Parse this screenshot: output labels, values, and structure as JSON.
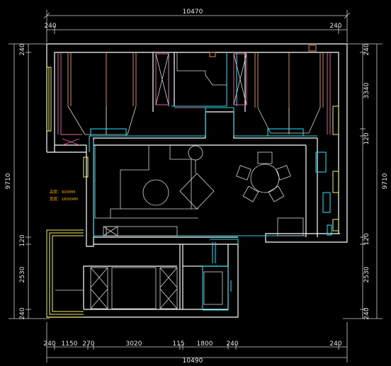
{
  "dimensions": {
    "top_total": "10470",
    "top_left": "240",
    "top_right": "240",
    "bottom_total": "10490",
    "bottom_segments": [
      "240",
      "1150",
      "270",
      "3020",
      "115",
      "1800",
      "240",
      "240"
    ],
    "left_total": "9710",
    "left_segments": [
      "240",
      "120",
      "2530",
      "240"
    ],
    "right_total": "9710",
    "right_segments": [
      "240",
      "3340",
      "120",
      "120",
      "2530",
      "240"
    ]
  },
  "notes": {
    "line1": "高度：900MM",
    "line2": "宽度：1800MM"
  },
  "colors": {
    "background": "#000000",
    "wall": "#ffffff",
    "cyan": "#22d3e6",
    "window": "#f2f25a",
    "orange": "#f09a55",
    "note": "#e6a000"
  }
}
